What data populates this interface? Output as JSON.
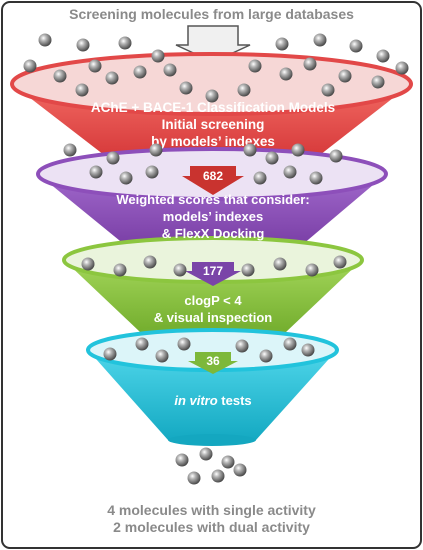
{
  "title": "Screening molecules from large databases",
  "stages": [
    {
      "color": "#e84b4b",
      "lines": [
        "AChE + BACE-1 Classification Models",
        "Initial screening",
        "by models’ indexes"
      ]
    },
    {
      "color": "#8e4fb8",
      "count": "682",
      "arrow_color": "#c9332f",
      "lines": [
        "Weighted scores that consider:",
        "models’ indexes",
        "& FlexX Docking"
      ]
    },
    {
      "color": "#8cc63f",
      "count": "177",
      "arrow_color": "#7a44a8",
      "lines": [
        "clogP < 4",
        "& visual inspection"
      ]
    },
    {
      "color": "#1fc4dc",
      "count": "36",
      "arrow_color": "#7db83a",
      "lines_italic_prefix": "in vitro",
      "lines_suffix": " tests"
    }
  ],
  "result_lines": [
    "4 molecules with single activity",
    "2 molecules with dual activity"
  ],
  "colors": {
    "frame": "#333333",
    "caption": "#8a8a8a",
    "molecule": "#7a7a7a"
  }
}
